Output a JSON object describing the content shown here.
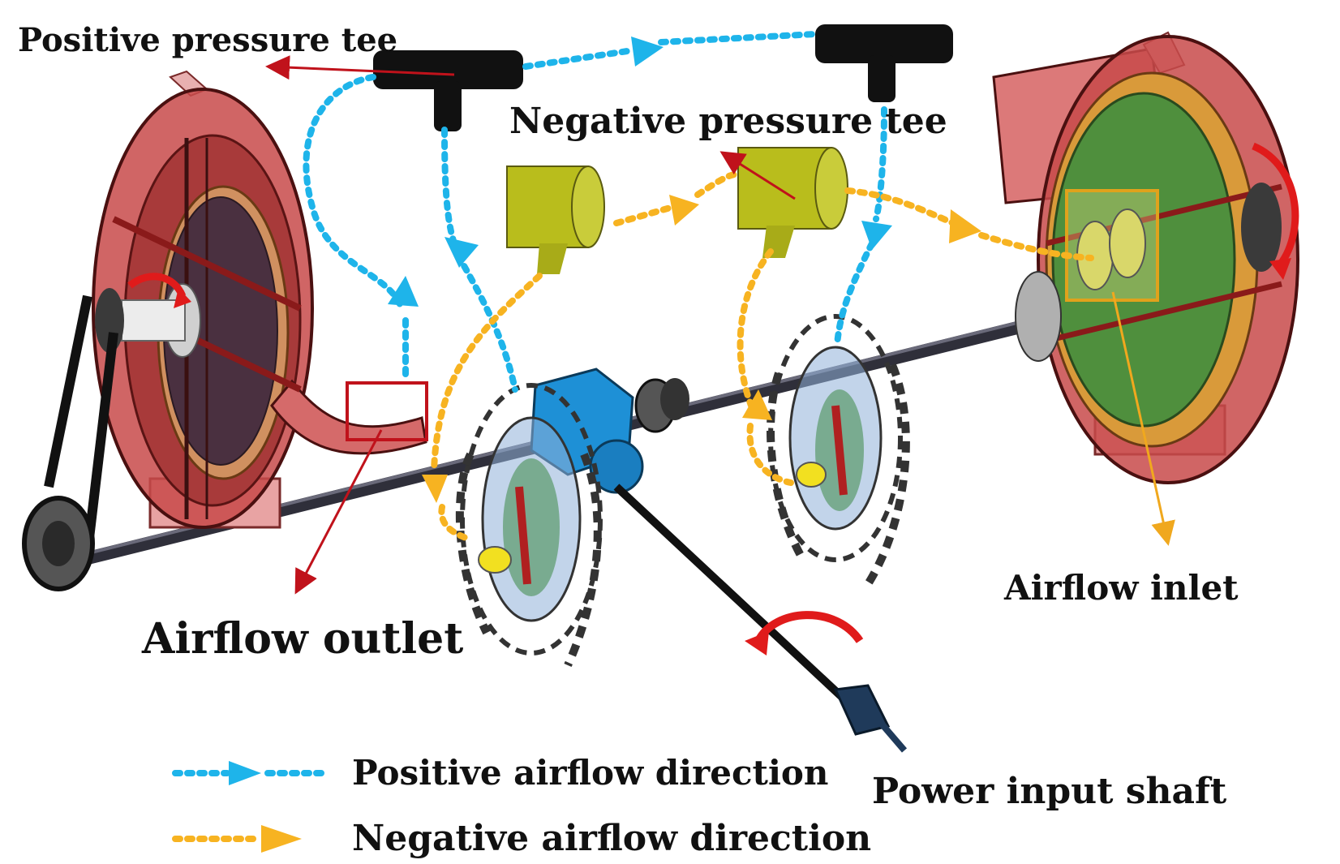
{
  "labels": {
    "positive_tee": "Positive pressure tee",
    "negative_tee": "Negative pressure tee",
    "airflow_outlet": "Airflow outlet",
    "airflow_inlet": "Airflow inlet",
    "power_input_shaft": "Power input shaft"
  },
  "legend": {
    "positive": "Positive airflow direction",
    "negative": "Negative airflow direction"
  },
  "colors": {
    "positive_flow": "#1eb4ea",
    "negative_flow": "#f7b321",
    "fan_housing": "#c84a4a",
    "leader_line": "#c0121b",
    "tee": "#111111",
    "chamber": "#b9bd1c",
    "gearbox": "#1e90d6",
    "inlet_box": "#e0a21c"
  }
}
